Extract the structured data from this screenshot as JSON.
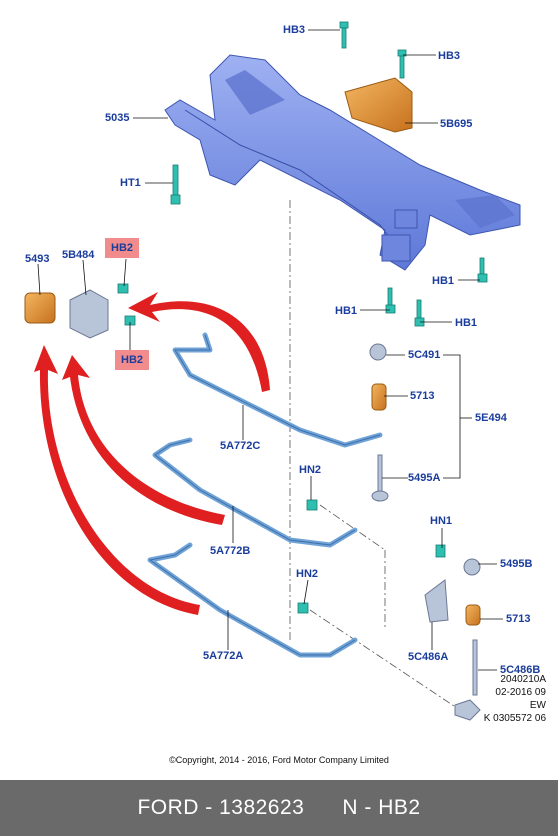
{
  "labels": {
    "hb3_top": "HB3",
    "hb3_right": "HB3",
    "p5035": "5035",
    "p5b695": "5B695",
    "ht1": "HT1",
    "p5493": "5493",
    "p5b484": "5B484",
    "hb2_top": "HB2",
    "hb2_bottom": "HB2",
    "hb1_right": "HB1",
    "hb1_left": "HB1",
    "hb1_bottom": "HB1",
    "p5c491": "5C491",
    "p5713_top": "5713",
    "p5e494": "5E494",
    "p5495a": "5495A",
    "p5a772c": "5A772C",
    "hn2_top": "HN2",
    "p5a772b": "5A772B",
    "hn1": "HN1",
    "p5495b": "5495B",
    "hn2_bottom": "HN2",
    "p5713_bottom": "5713",
    "p5a772a": "5A772A",
    "p5c486a": "5C486A",
    "p5c486b": "5C486B"
  },
  "meta": {
    "line1": "2040210A",
    "line2": "02-2016 09",
    "line3": "EW",
    "line4": "K 0305572 06"
  },
  "copyright": "©Copyright, 2014 - 2016, Ford Motor Company Limited",
  "footer": {
    "brand_part": "FORD - 1382623",
    "code": "N - HB2"
  },
  "colors": {
    "label": "#1a3d9c",
    "highlight": "#f28b8b",
    "footer_bg": "#6a6a6a",
    "frame": "#7b93e6",
    "bar": "#6fa3d8",
    "bushing": "#e0953a",
    "bolt": "#2fbfb1",
    "arrow": "#e02020"
  }
}
